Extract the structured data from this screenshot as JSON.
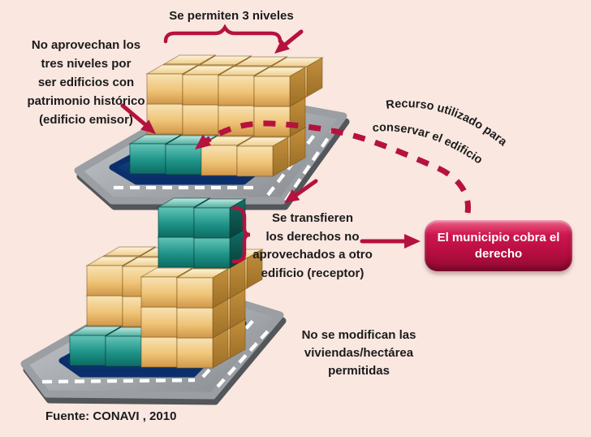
{
  "colors": {
    "background": "#f9e7e0",
    "accent_crimson": "#b5123f",
    "text": "#1b1b1b",
    "button_gradient_top": "#ea6287",
    "button_gradient_bottom": "#930b34",
    "cube_yellow": "#efc477",
    "cube_teal": "#1f9388",
    "lot_blue": "#0d3a7e",
    "road_gray": "#a8acb1",
    "road_dash": "#ffffff"
  },
  "labels": {
    "allowed_levels": "Se permiten 3 niveles",
    "emitter_note": [
      "No aprovechan los",
      "tres niveles por",
      "ser edificios con",
      "patrimonio histórico",
      "(edificio emisor)"
    ],
    "resource_note": [
      "Recurso utilizado para",
      "conservar el edificio"
    ],
    "transfer_note": [
      "Se transfieren",
      "los derechos no",
      "aprovechados a otro",
      "edificio (receptor)"
    ],
    "density_note": [
      "No se modifican las",
      "viviendas/hectárea",
      "permitidas"
    ],
    "source": "Fuente: CONAVI , 2010"
  },
  "button": {
    "lines": [
      "El municipio cobra el",
      "derecho"
    ]
  },
  "scenes": {
    "emitter": {
      "cubes": [
        "2,0,2,y",
        "2,1,2,y",
        "2,2,2,y",
        "2,3,2,y",
        "1,0,0,y",
        "1,1,0,y",
        "1,2,0,y",
        "1,3,0,y",
        "1,0,1,y",
        "1,1,1,y",
        "1,2,1,y",
        "1,3,1,y",
        "1,0,2,y",
        "1,1,2,y",
        "1,2,2,y",
        "1,3,2,y",
        "0,0,0,t",
        "0,1,0,t",
        "0,2,0,y",
        "0,3,0,y"
      ]
    },
    "receptor": {
      "cubes": [
        "2,0,2,y",
        "2,1,2,y",
        "2,2,2,y",
        "2,3,2,y",
        "1,0,0,y",
        "1,1,0,y",
        "1,2,0,y",
        "1,3,0,y",
        "1,0,1,y",
        "1,1,1,y",
        "1,2,1,y",
        "1,3,1,y",
        "1,0,2,y",
        "1,1,2,y",
        "1,2,2,y",
        "1,3,2,y",
        "1,2,3,t",
        "1,3,3,t",
        "1,2,4,t",
        "1,3,4,t",
        "0,0,0,t",
        "0,1,0,t",
        "0,2,0,y",
        "0,3,0,y",
        "0,2,1,y",
        "0,3,1,y",
        "0,2,2,y",
        "0,3,2,y"
      ]
    }
  }
}
